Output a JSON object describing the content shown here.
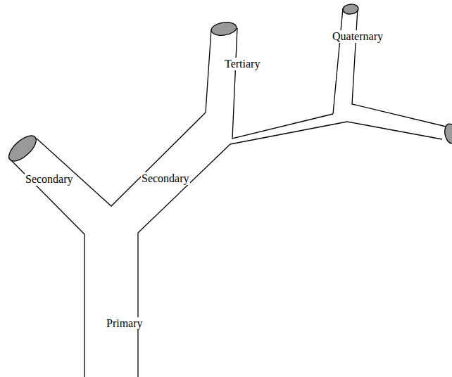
{
  "diagram": {
    "labels": [
      "Quaternary",
      "Tertiary",
      "Secondary",
      "Secondary",
      "Primary"
    ]
  }
}
